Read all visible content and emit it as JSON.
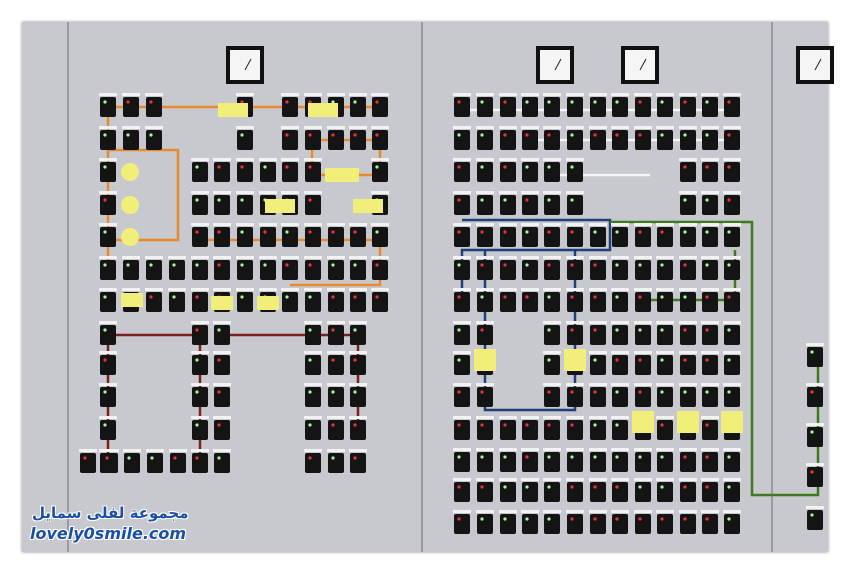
{
  "photo": {
    "subject": "control-panel",
    "colors": {
      "panel": "#c8c9ce",
      "switch": "#141414",
      "orange_line": "#e8892c",
      "blue_line": "#1f3f7a",
      "green_line": "#3f7a1f",
      "red_line": "#7a1f1f",
      "white_line": "#f4f4f4",
      "label_yellow": "#f2ee7a"
    }
  },
  "watermark": {
    "arabic": "مجموعة لفلى سمايل",
    "site": "lovely0smile.com"
  }
}
